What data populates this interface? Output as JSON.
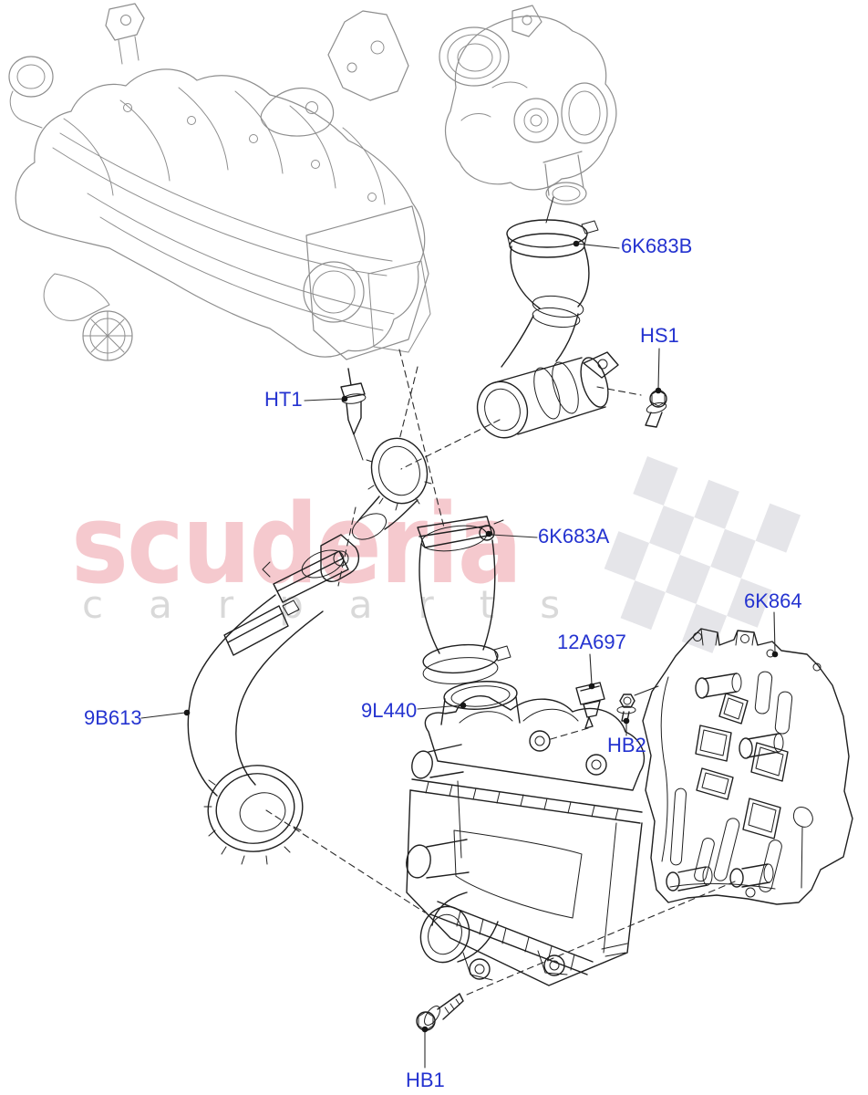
{
  "watermark": {
    "brand": "scuderia",
    "tagline_letters": "carparts"
  },
  "part_labels": [
    {
      "code": "6K683B"
    },
    {
      "code": "HS1"
    },
    {
      "code": "HT1"
    },
    {
      "code": "6K683A"
    },
    {
      "code": "6K864"
    },
    {
      "code": "12A697"
    },
    {
      "code": "9L440"
    },
    {
      "code": "HB2"
    },
    {
      "code": "9B613"
    },
    {
      "code": "HB1"
    }
  ],
  "colors": {
    "callout_blue": "#2433d0",
    "reference_part_gray": "#8e8e8e",
    "serviceable_part_black": "#1f1f1f",
    "watermark_pink": "#f5c9ce",
    "watermark_gray": "#d9d9d9",
    "flag_gray": "#e5e5e9",
    "background": "#ffffff"
  }
}
